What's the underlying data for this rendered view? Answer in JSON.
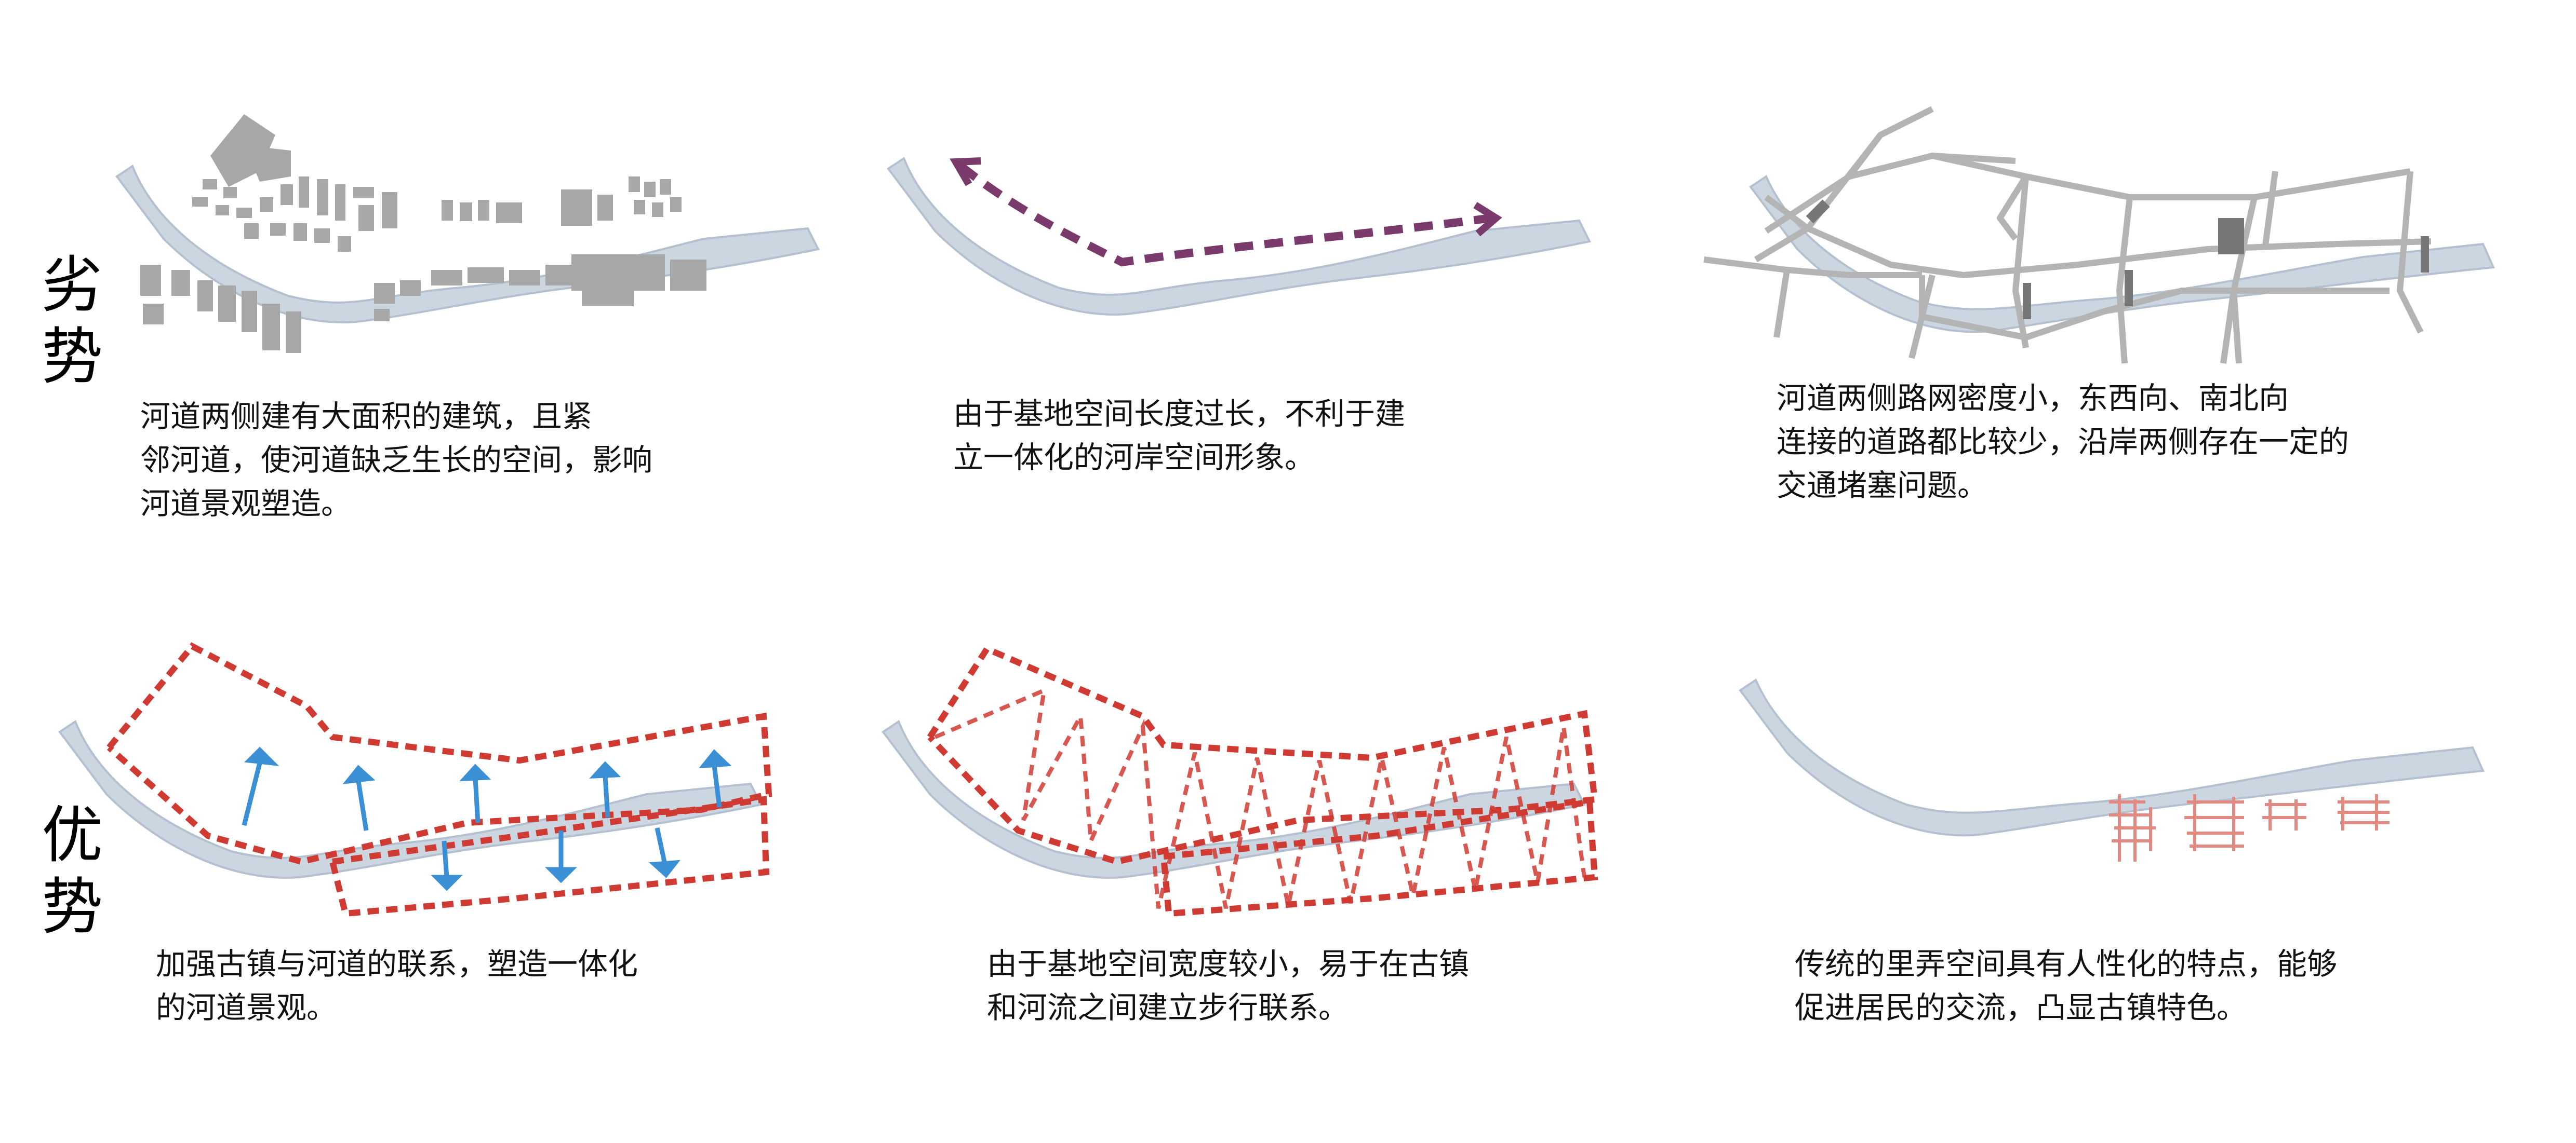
{
  "rows": [
    {
      "label": "劣势"
    },
    {
      "label": "优势"
    }
  ],
  "captions": {
    "weak_buildings": "    河道两侧建有大面积的建筑，且紧\n邻河道，使河道缺乏生长的空间，影响\n河道景观塑造。",
    "weak_length": "    由于基地空间长度过长，不利于建\n立一体化的河岸空间形象。",
    "weak_roads": "    河道两侧路网密度小，东西向、南北向\n连接的道路都比较少，沿岸两侧存在一定的\n交通堵塞问题。",
    "strong_link": "    加强古镇与河道的联系，塑造一体化\n的河道景观。",
    "strong_width": "    由于基地空间宽度较小，易于在古镇\n和河流之间建立步行联系。",
    "strong_lane": "    传统的里弄空间具有人性化的特点，能够\n促进居民的交流，凸显古镇特色。"
  },
  "colors": {
    "river": "#ccd6e1",
    "river_edge": "#b3c0cf",
    "building": "#a7a7a7",
    "road": "#b4b4b4",
    "arrow": "#7a3a6c",
    "boundary": "#cf3b32",
    "link": "#3b8fd4",
    "lane": "#e28a82"
  }
}
